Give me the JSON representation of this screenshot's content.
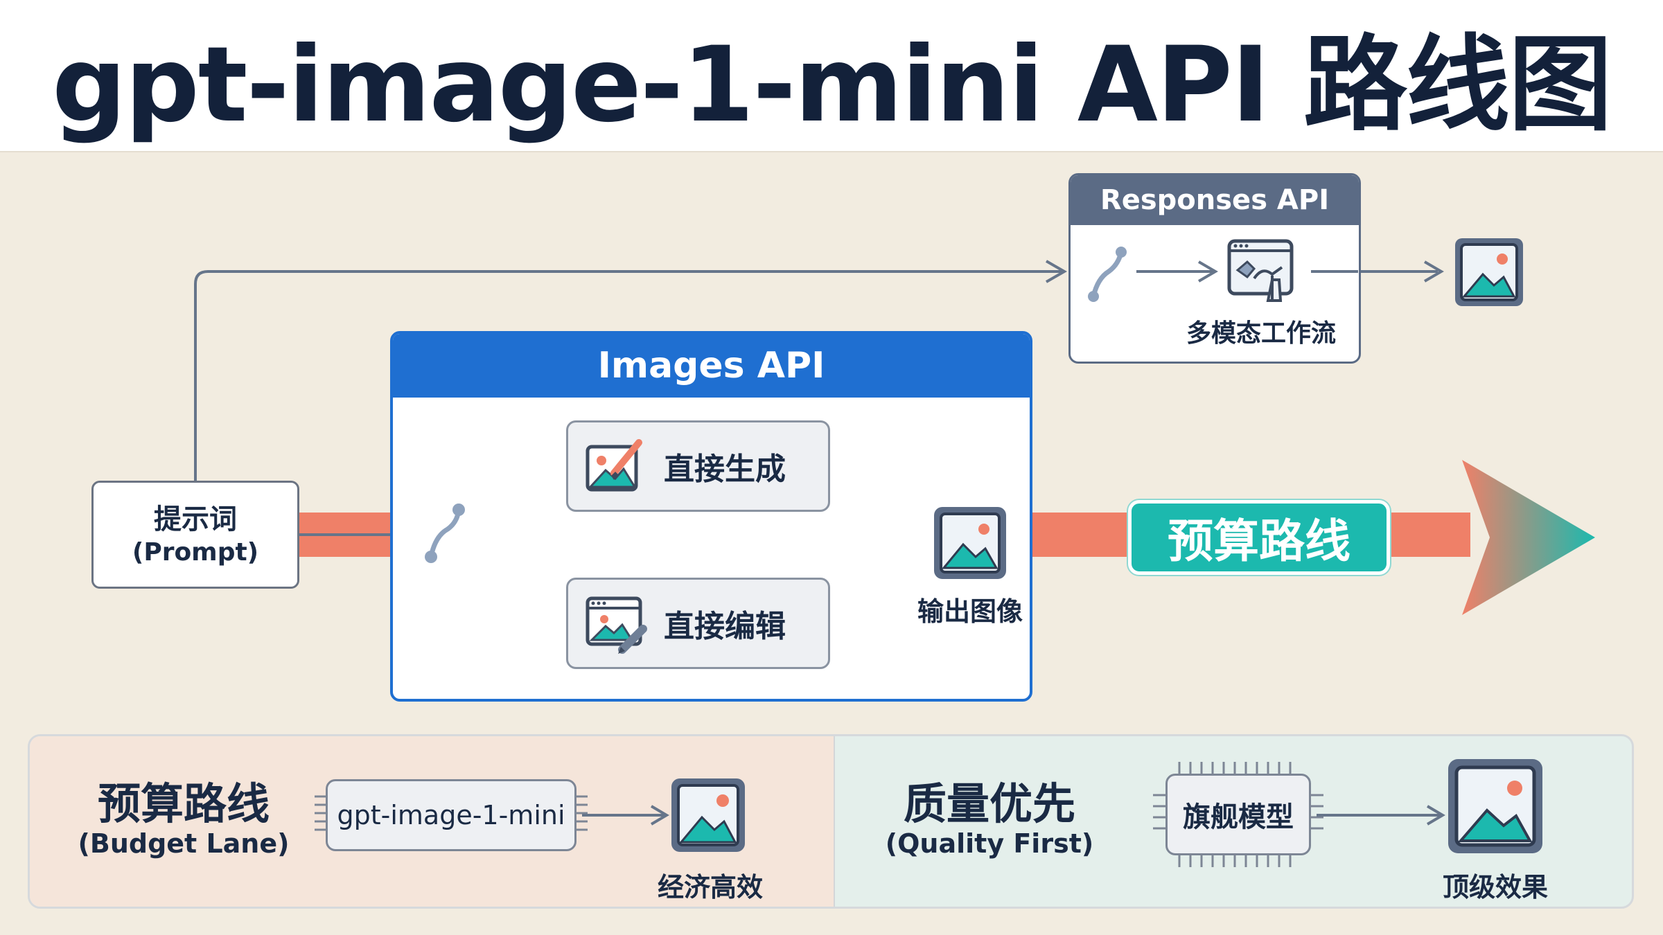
{
  "title": "gpt-image-1-mini API 路线图",
  "prompt": {
    "label": "提示词",
    "sub": "(Prompt)"
  },
  "images_api": {
    "header": "Images API",
    "generate": "直接生成",
    "edit": "直接编辑",
    "output": "输出图像"
  },
  "responses_api": {
    "header": "Responses API",
    "workflow": "多模态工作流"
  },
  "budget_route_badge": "预算路线",
  "bottom": {
    "budget_lane": {
      "title": "预算路线",
      "subtitle": "(Budget Lane)",
      "model": "gpt-image-1-mini",
      "result": "经济高效"
    },
    "quality_lane": {
      "title": "质量优先",
      "subtitle": "(Quality First)",
      "model": "旗舰模型",
      "result": "顶级效果"
    }
  },
  "icons": {
    "generate": "paintbrush-image-icon",
    "edit": "pencil-image-icon",
    "output": "image-icon",
    "workflow": "multimodal-window-icon",
    "router": "branch-path-icon",
    "chip": "chip-icon"
  },
  "colors": {
    "budget_arrow": "#ef8068",
    "budget_badge": "#1cb9ae",
    "images_api": "#1f6fd1",
    "responses_api": "#5b6b85",
    "connector": "#66758a"
  }
}
